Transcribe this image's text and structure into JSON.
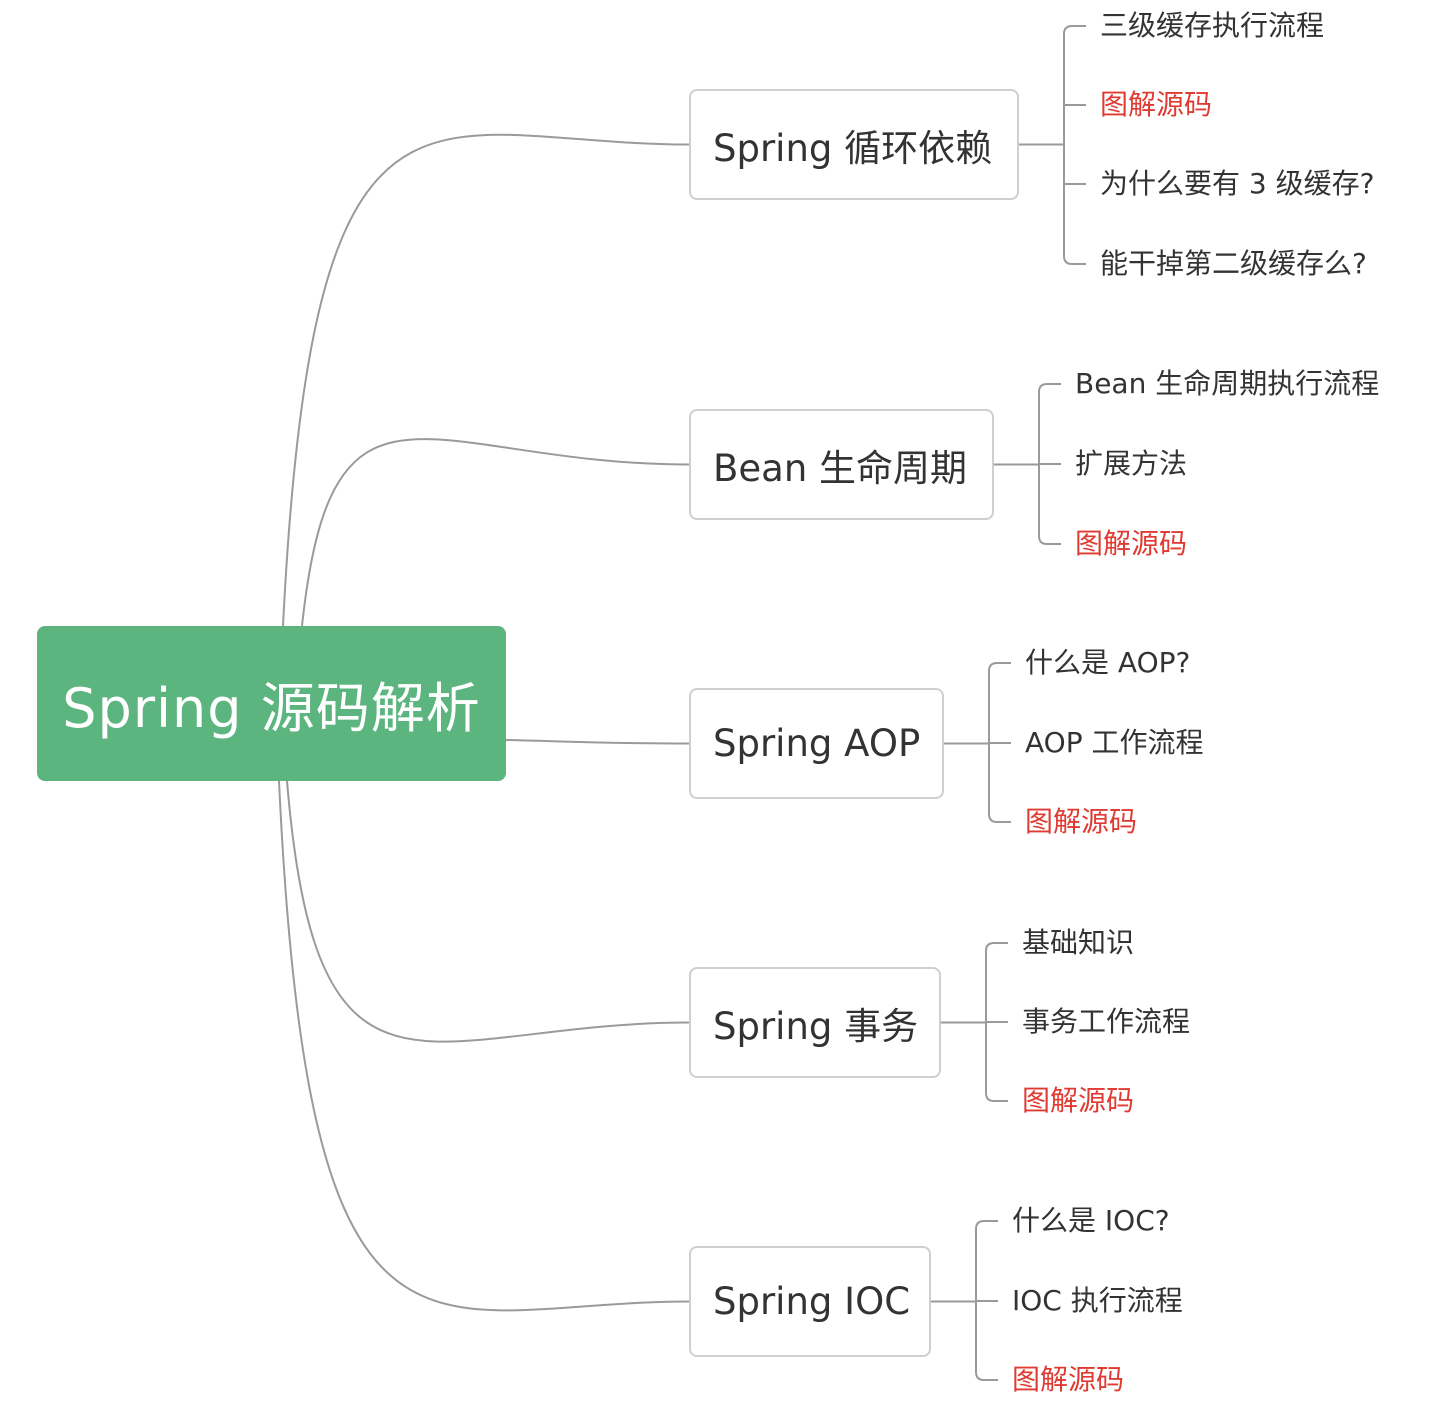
{
  "colors": {
    "root_fill": "#5cb57e",
    "line": "#9a9a9a",
    "leaf_text": "#333333",
    "leaf_highlight": "#e03b32"
  },
  "root": {
    "label": "Spring 源码解析"
  },
  "branches": [
    {
      "label": "Spring 循环依赖",
      "children": [
        {
          "label": "三级缓存执行流程",
          "highlight": false
        },
        {
          "label": "图解源码",
          "highlight": true
        },
        {
          "label": "为什么要有 3 级缓存?",
          "highlight": false
        },
        {
          "label": "能干掉第二级缓存么?",
          "highlight": false
        }
      ]
    },
    {
      "label": "Bean 生命周期",
      "children": [
        {
          "label": "Bean 生命周期执行流程",
          "highlight": false
        },
        {
          "label": "扩展方法",
          "highlight": false
        },
        {
          "label": "图解源码",
          "highlight": true
        }
      ]
    },
    {
      "label": "Spring AOP",
      "children": [
        {
          "label": "什么是 AOP?",
          "highlight": false
        },
        {
          "label": "AOP 工作流程",
          "highlight": false
        },
        {
          "label": "图解源码",
          "highlight": true
        }
      ]
    },
    {
      "label": "Spring 事务",
      "children": [
        {
          "label": "基础知识",
          "highlight": false
        },
        {
          "label": "事务工作流程",
          "highlight": false
        },
        {
          "label": "图解源码",
          "highlight": true
        }
      ]
    },
    {
      "label": "Spring IOC",
      "children": [
        {
          "label": "什么是 IOC?",
          "highlight": false
        },
        {
          "label": "IOC 执行流程",
          "highlight": false
        },
        {
          "label": "图解源码",
          "highlight": true
        }
      ]
    }
  ]
}
